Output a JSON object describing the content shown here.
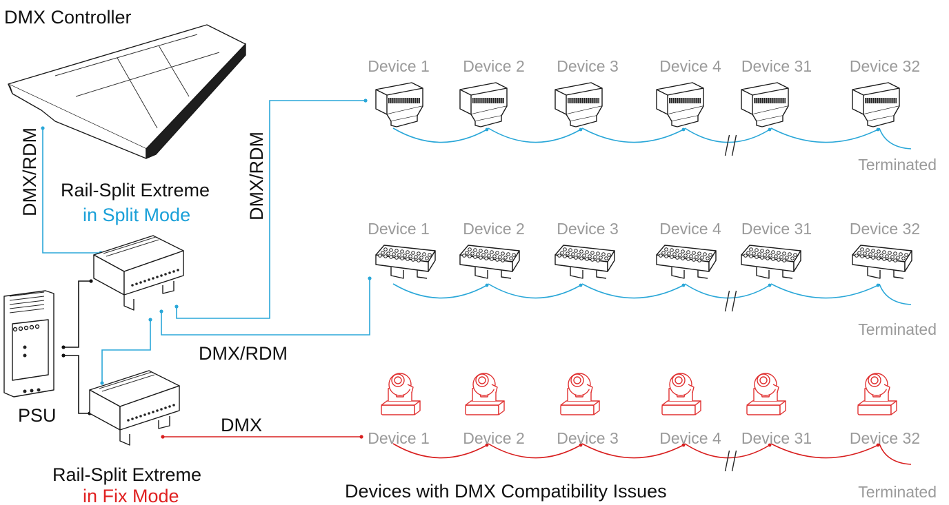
{
  "controller": {
    "title": "DMX Controller"
  },
  "labels": {
    "dmx_rdm_left": "DMX/RDM",
    "dmx_rdm_mid": "DMX/RDM",
    "dmx_rdm_bottom": "DMX/RDM",
    "dmx": "DMX",
    "psu": "PSU",
    "devices_issue": "Devices with DMX Compatibility Issues"
  },
  "splitter_split": {
    "name": "Rail-Split Extreme",
    "mode": "in Split Mode"
  },
  "splitter_fix": {
    "name": "Rail-Split Extreme",
    "mode": "in Fix Mode"
  },
  "rows": [
    {
      "kind": "dimmer-pack",
      "devices": [
        "Device 1",
        "Device 2",
        "Device 3",
        "Device 4",
        "Device 31",
        "Device 32"
      ],
      "terminated": "Terminated"
    },
    {
      "kind": "led-wash",
      "devices": [
        "Device 1",
        "Device 2",
        "Device 3",
        "Device 4",
        "Device 31",
        "Device 32"
      ],
      "terminated": "Terminated"
    },
    {
      "kind": "moving-head",
      "devices": [
        "Device 1",
        "Device 2",
        "Device 3",
        "Device 4",
        "Device 31",
        "Device 32"
      ],
      "terminated": "Terminated"
    }
  ],
  "colors": {
    "rdm": "#2aa7d8",
    "dmx": "#d81e1e",
    "power": "#111111",
    "device_label": "#9a9a9a"
  }
}
